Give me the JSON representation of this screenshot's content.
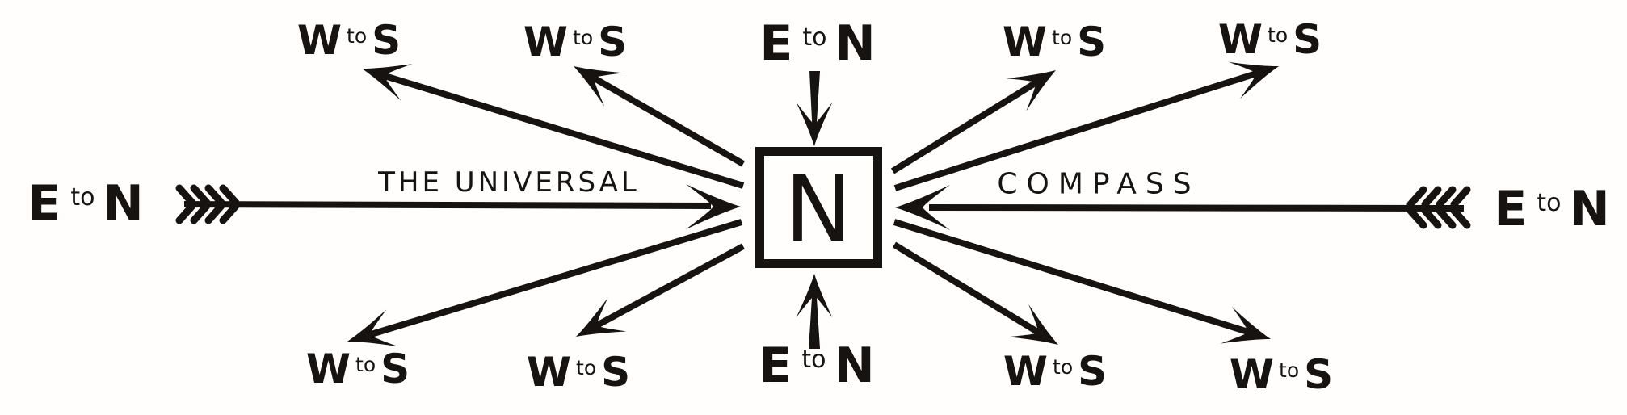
{
  "figure": {
    "center_letter": "N",
    "title_left": "THE UNIVERSAL",
    "title_right": "COMPASS",
    "wts": {
      "a": "W",
      "mid": "to",
      "b": "S"
    },
    "etn": {
      "a": "E",
      "mid": "to",
      "b": "N"
    }
  }
}
